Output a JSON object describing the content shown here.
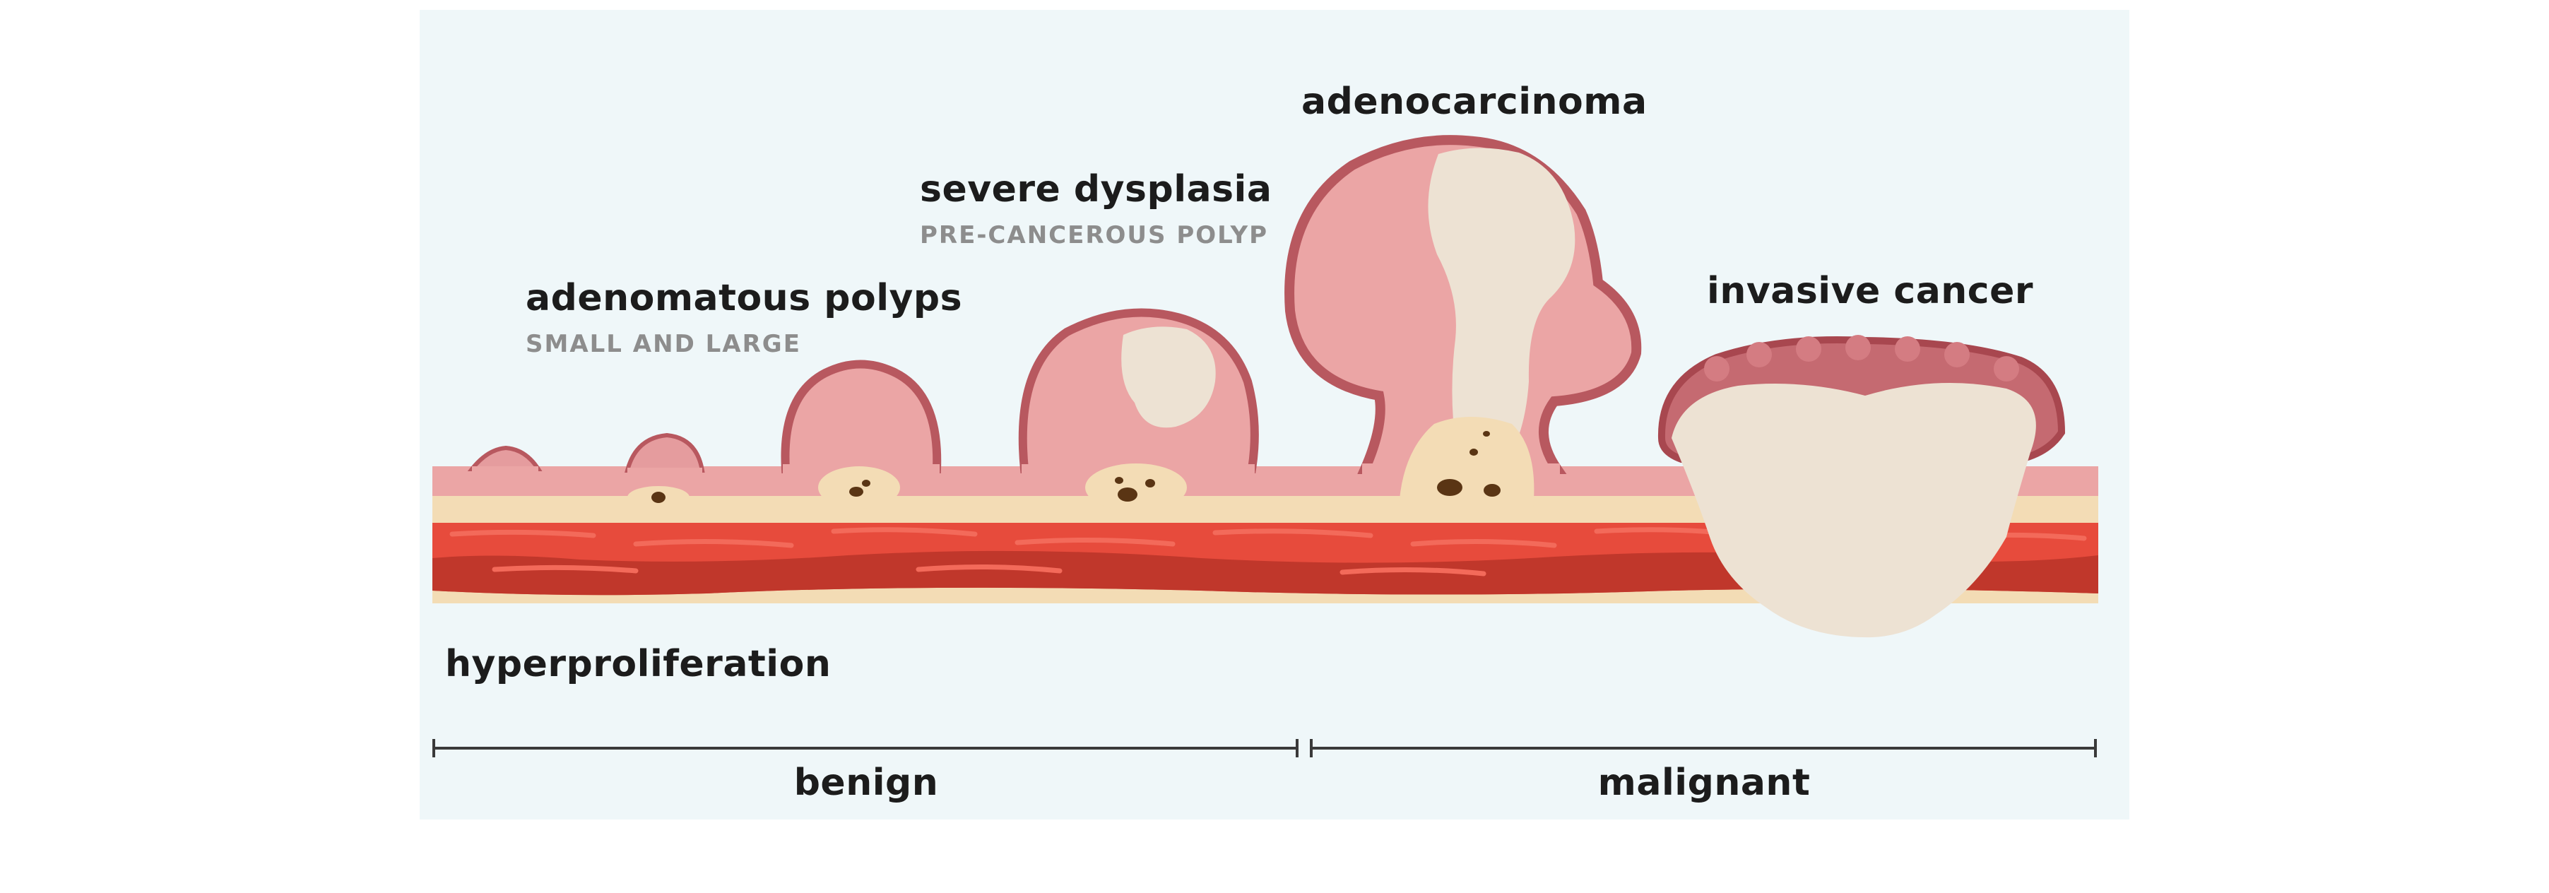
{
  "stages": {
    "hyperproliferation": {
      "label": "hyperproliferation"
    },
    "adenomatous_polyps": {
      "label": "adenomatous polyps",
      "sublabel": "SMALL AND LARGE"
    },
    "severe_dysplasia": {
      "label": "severe dysplasia",
      "sublabel": "PRE-CANCEROUS POLYP"
    },
    "adenocarcinoma": {
      "label": "adenocarcinoma"
    },
    "invasive_cancer": {
      "label": "invasive cancer"
    }
  },
  "scale": {
    "benign": {
      "label": "benign"
    },
    "malignant": {
      "label": "malignant"
    }
  },
  "colors": {
    "background": "#eff7f9",
    "mucosa": "#eba5a5",
    "mucosa_outline": "#b8585f",
    "submucosa": "#f3dcb5",
    "muscle_light": "#e74b3c",
    "muscle_dark": "#c0372b",
    "tumor": "#ede2d3",
    "necrosis": "#5a3514",
    "text": "#1c1c1c",
    "subtext": "#8d8d8d"
  }
}
